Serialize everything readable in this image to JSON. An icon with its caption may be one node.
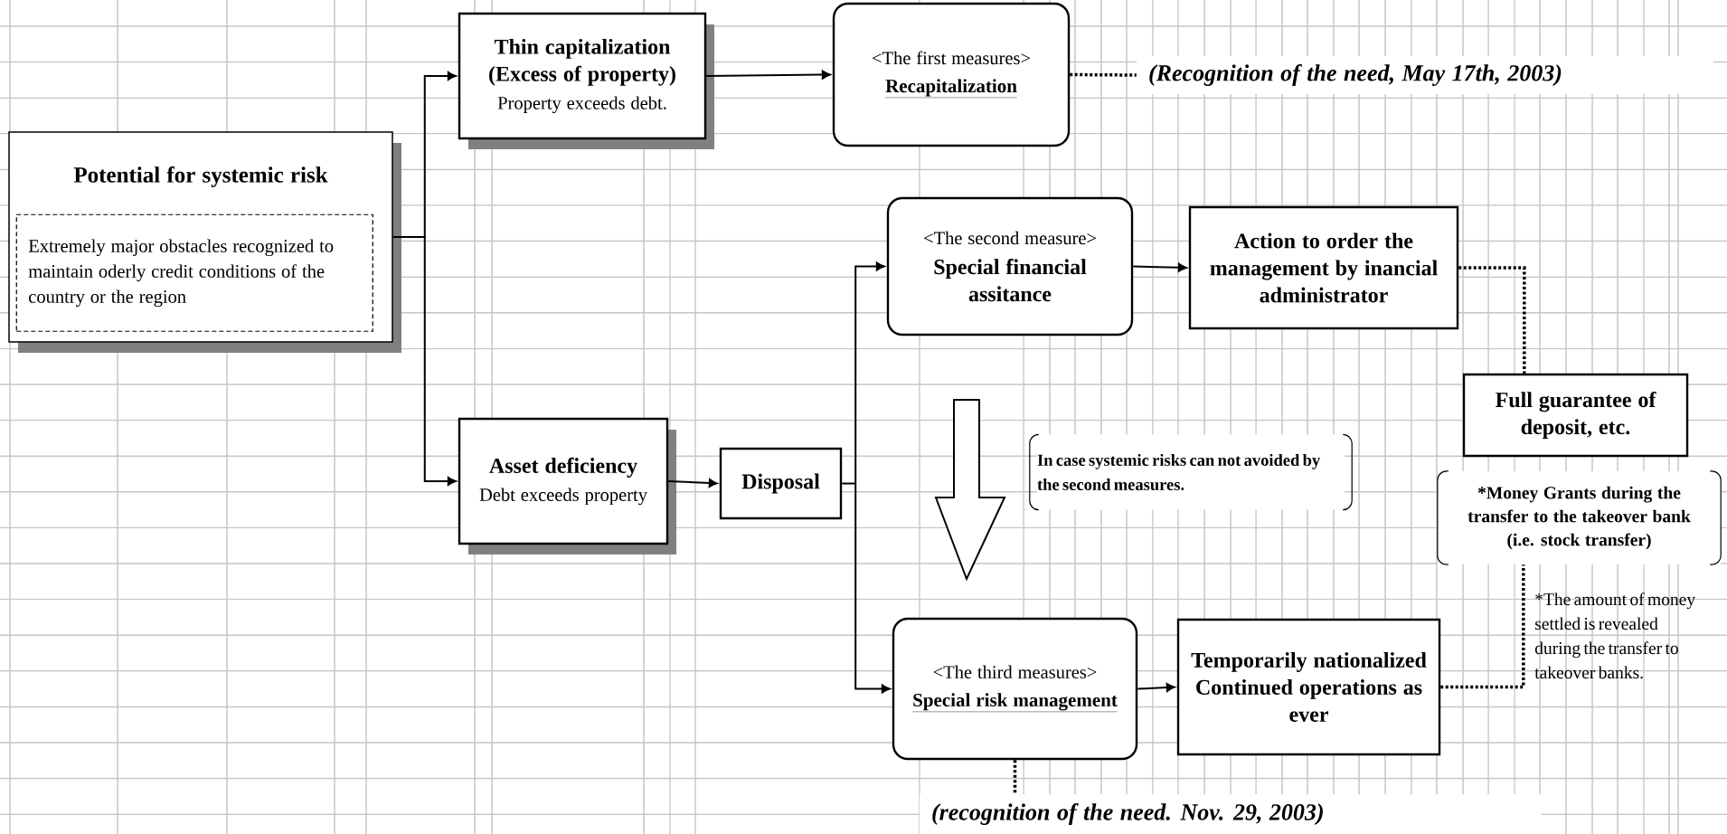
{
  "diagram": {
    "nodes": [
      {
        "text": [
          "Potential for systemic risk"
        ]
      },
      {
        "text": [
          "Extremely major obstacles recognized to maintain oderly credit conditions of the country or the region"
        ],
        "in": 0
      },
      {
        "text": [
          "Thin capitalization (Excess of property)",
          "Property exceeds debt."
        ]
      },
      {
        "text": [
          "<The first measures>",
          "Recapitalization"
        ]
      },
      {
        "text": [
          "(Recognition of the need, May 17th, 2003)"
        ]
      },
      {
        "text": [
          "<The second measure>",
          "Special financial assitance"
        ]
      },
      {
        "text": [
          "Action to order the management by inancial administrator"
        ]
      },
      {
        "text": [
          "Full guarantee of deposit, etc."
        ]
      },
      {
        "text": [
          "*Money Grants during the transfer to the takeover bank (i.e. stock transfer)"
        ]
      },
      {
        "text": [
          "Asset deficiency",
          "Debt exceeds property"
        ]
      },
      {
        "text": [
          "Disposal"
        ]
      },
      {
        "text": [
          "<The third measures>",
          "Special risk management"
        ]
      },
      {
        "text": [
          "Temporarily nationalized Continued operations as ever"
        ]
      },
      {
        "text": [
          "(recognition of the need. Nov. 29, 2003)"
        ]
      }
    ],
    "edges": [
      {
        "from": 0,
        "to": 2,
        "arrow": "to"
      },
      {
        "from": 0,
        "to": 9,
        "arrow": "to"
      },
      {
        "from": 2,
        "to": 3,
        "arrow": "to"
      },
      {
        "from": 3,
        "to": 4,
        "arrow": "none",
        "style": "dashed"
      },
      {
        "from": 9,
        "to": 10,
        "arrow": "to"
      },
      {
        "from": 10,
        "to": 5,
        "arrow": "to"
      },
      {
        "from": 10,
        "to": 11,
        "arrow": "to"
      },
      {
        "from": 5,
        "to": 6,
        "arrow": "to"
      },
      {
        "from": 6,
        "to": 7,
        "arrow": "none",
        "style": "dashed"
      },
      {
        "from": 11,
        "to": 12,
        "arrow": "to"
      },
      {
        "from": 12,
        "to": 8,
        "arrow": "none",
        "style": "dashed"
      },
      {
        "from": 11,
        "to": 13,
        "arrow": "none",
        "style": "dashed"
      }
    ],
    "labels": [
      "In case systemic risks can not avoided by the second measures.",
      "*The amount of money settled is revealed during the transfer to takeover banks."
    ]
  }
}
